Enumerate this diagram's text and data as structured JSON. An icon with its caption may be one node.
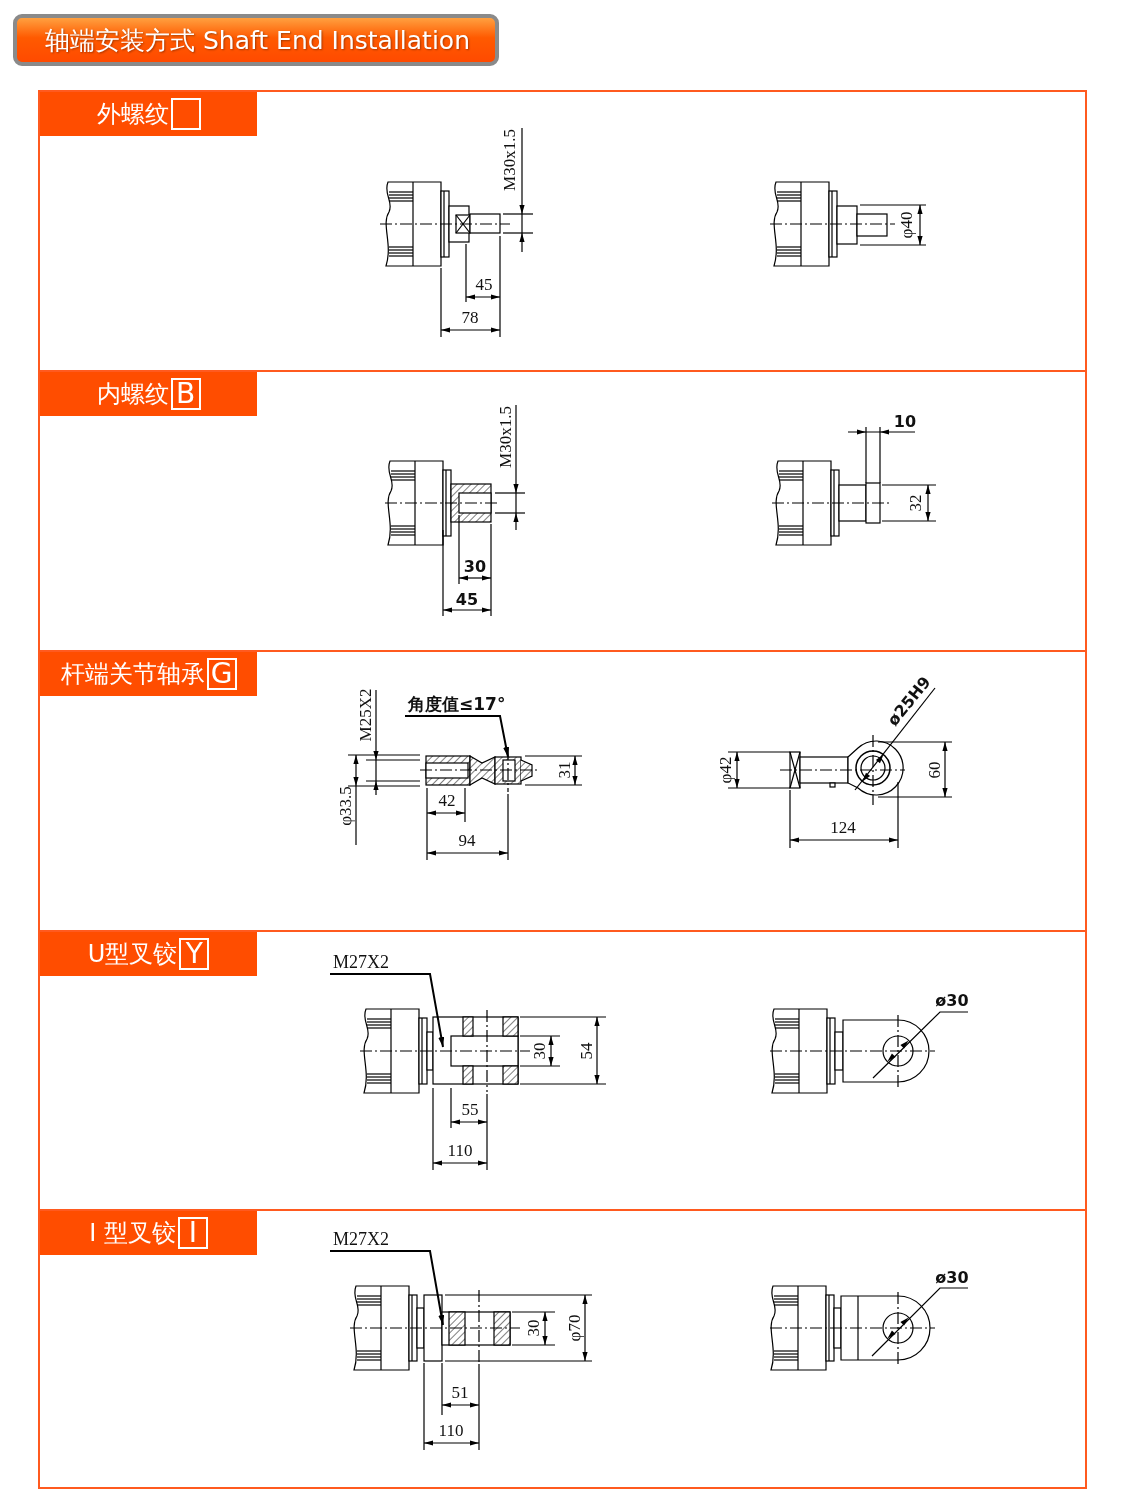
{
  "diagram": {
    "title": "轴端安装方式 Shaft End Installation",
    "nodes": [
      {
        "text": [
          "外螺纹"
        ]
      },
      {
        "text": [
          "内螺纹",
          "B"
        ]
      },
      {
        "text": [
          "杆端关节轴承",
          "G"
        ]
      },
      {
        "text": [
          "U型叉铰",
          "Y"
        ]
      },
      {
        "text": [
          "I 型叉铰",
          "I"
        ]
      },
      {
        "text": [
          "角度值≤17°"
        ],
        "in": 2
      },
      {
        "text": [
          "M27X2"
        ],
        "in": 3
      },
      {
        "text": [
          "M27X2"
        ],
        "in": 4
      }
    ],
    "edges": [
      {
        "from": 5,
        "to": null,
        "arrow": "to"
      },
      {
        "from": 6,
        "to": null,
        "arrow": "to"
      },
      {
        "from": 7,
        "to": null,
        "arrow": "to"
      }
    ],
    "labels": [
      "M30x1.5",
      "45",
      "78",
      "φ40",
      "M30x1.5",
      "10",
      "32",
      "30",
      "45",
      "M25X2",
      "31",
      "φ42",
      "ø25H9",
      "60",
      "42",
      "φ33.5",
      "94",
      "124",
      "ø30",
      "30",
      "54",
      "55",
      "110",
      "ø30",
      "30",
      "φ70",
      "51",
      "110"
    ]
  }
}
